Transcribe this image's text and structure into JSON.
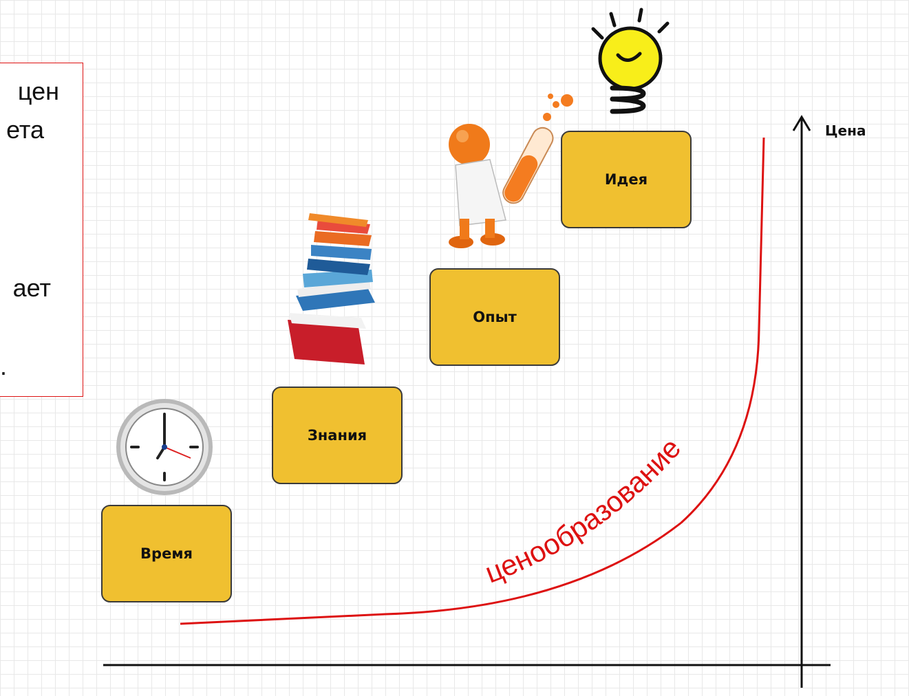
{
  "text_box": {
    "lines": [
      "цен",
      "ета",
      "ает",
      "."
    ]
  },
  "steps": {
    "time": "Время",
    "knowledge": "Знания",
    "experience": "Опыт",
    "idea": "Идея"
  },
  "axis": {
    "y_label": "Цена"
  },
  "curve_label": "ценообразование",
  "colors": {
    "step_fill": "#f0c030",
    "curve": "#dd1111",
    "box_border": "#dd1111"
  },
  "icons": [
    "clock-icon",
    "books-stack-icon",
    "scientist-test-tube-icon",
    "lightbulb-icon"
  ]
}
